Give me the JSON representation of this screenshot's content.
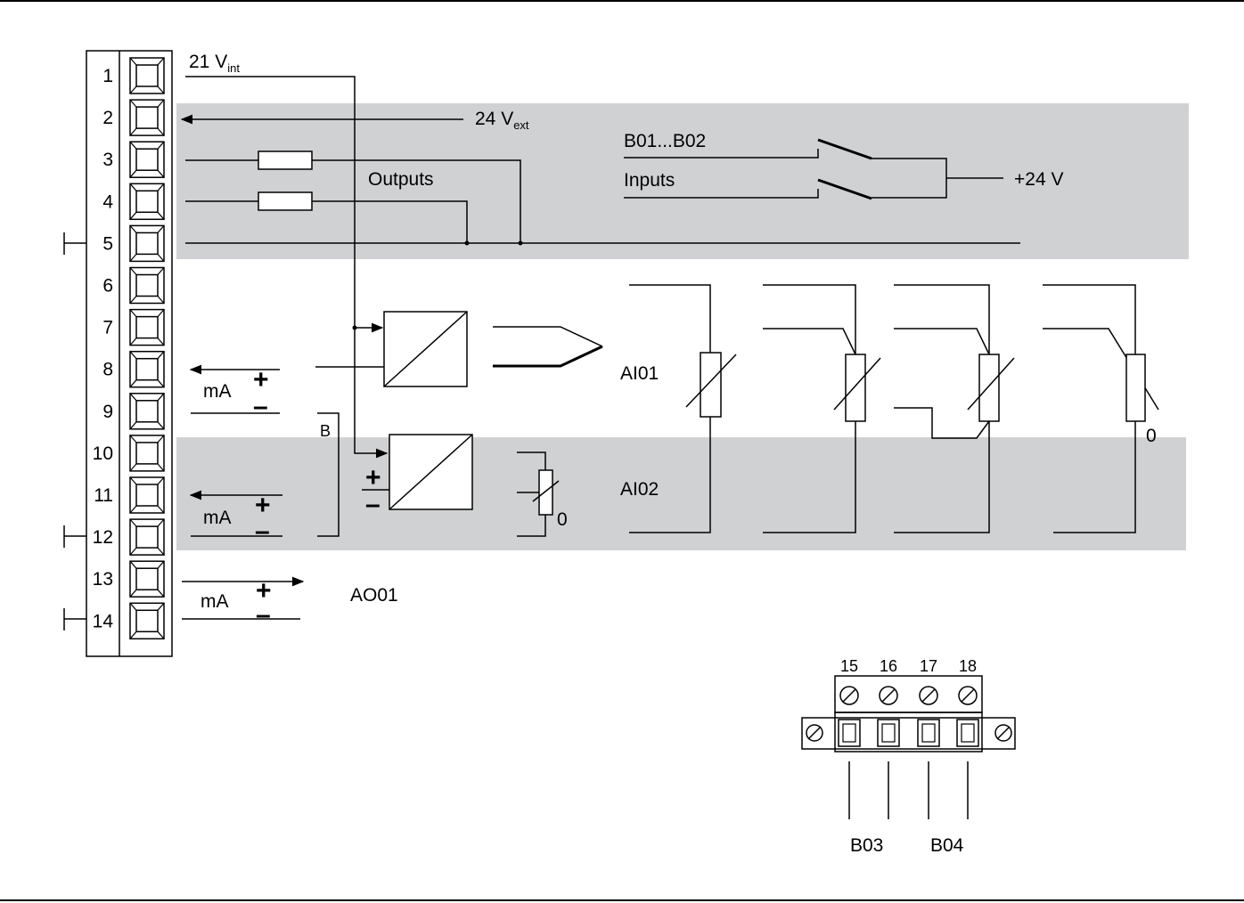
{
  "labels": {
    "v_int_main": "21 V",
    "v_int_sub": "int",
    "v_ext_main": "24 V",
    "v_ext_sub": "ext",
    "outputs": "Outputs",
    "b01_b02": "B01...B02",
    "inputs": "Inputs",
    "plus24": "+24 V",
    "ai01": "AI01",
    "ai02": "AI02",
    "ao01": "AO01",
    "b_marker": "B",
    "ma": "mA",
    "plus": "+",
    "minus": "–",
    "zero": "0",
    "b03": "B03",
    "b04": "B04"
  },
  "terminals_left": [
    "1",
    "2",
    "3",
    "4",
    "5",
    "6",
    "7",
    "8",
    "9",
    "10",
    "11",
    "12",
    "13",
    "14"
  ],
  "terminals_right": [
    "15",
    "16",
    "17",
    "18"
  ],
  "colors": {
    "band": "#d0d1d3",
    "line": "#000000"
  }
}
